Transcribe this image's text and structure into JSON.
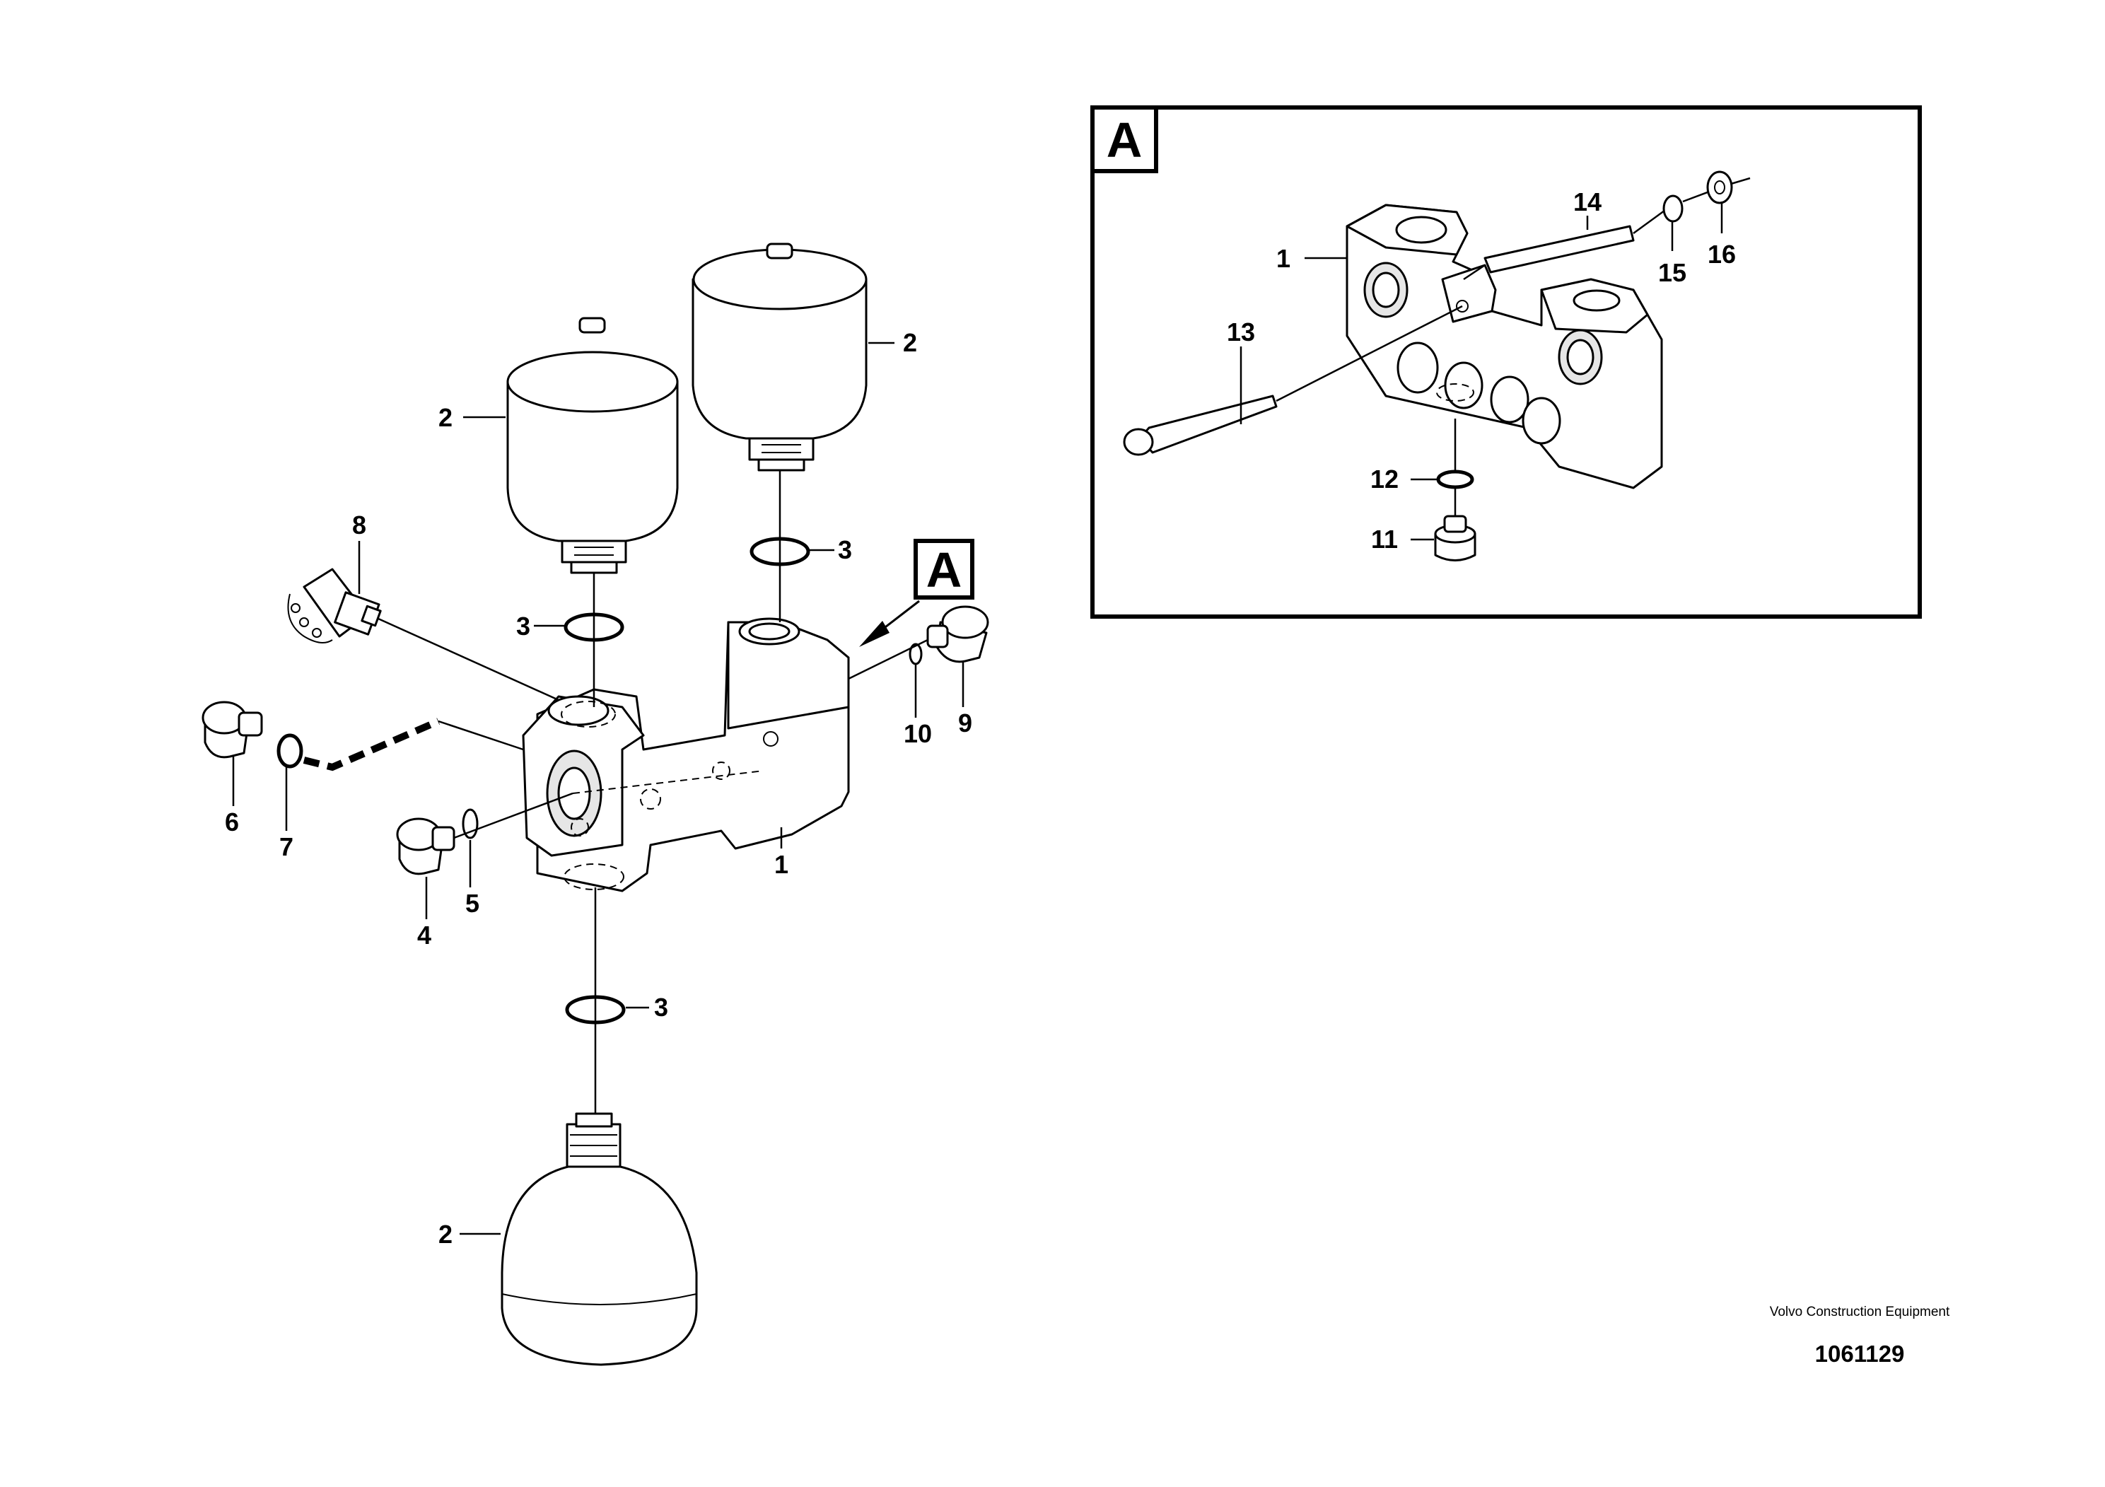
{
  "view": {
    "letter": "A"
  },
  "callouts": {
    "c1": "1",
    "c2": "2",
    "c3": "3",
    "c4": "4",
    "c5": "5",
    "c6": "6",
    "c7": "7",
    "c8": "8",
    "c9": "9",
    "c10": "10",
    "c11": "11",
    "c12": "12",
    "c13": "13",
    "c14": "14",
    "c15": "15",
    "c16": "16"
  },
  "footer": {
    "manufacturer": "Volvo Construction Equipment",
    "document_number": "1061129"
  }
}
